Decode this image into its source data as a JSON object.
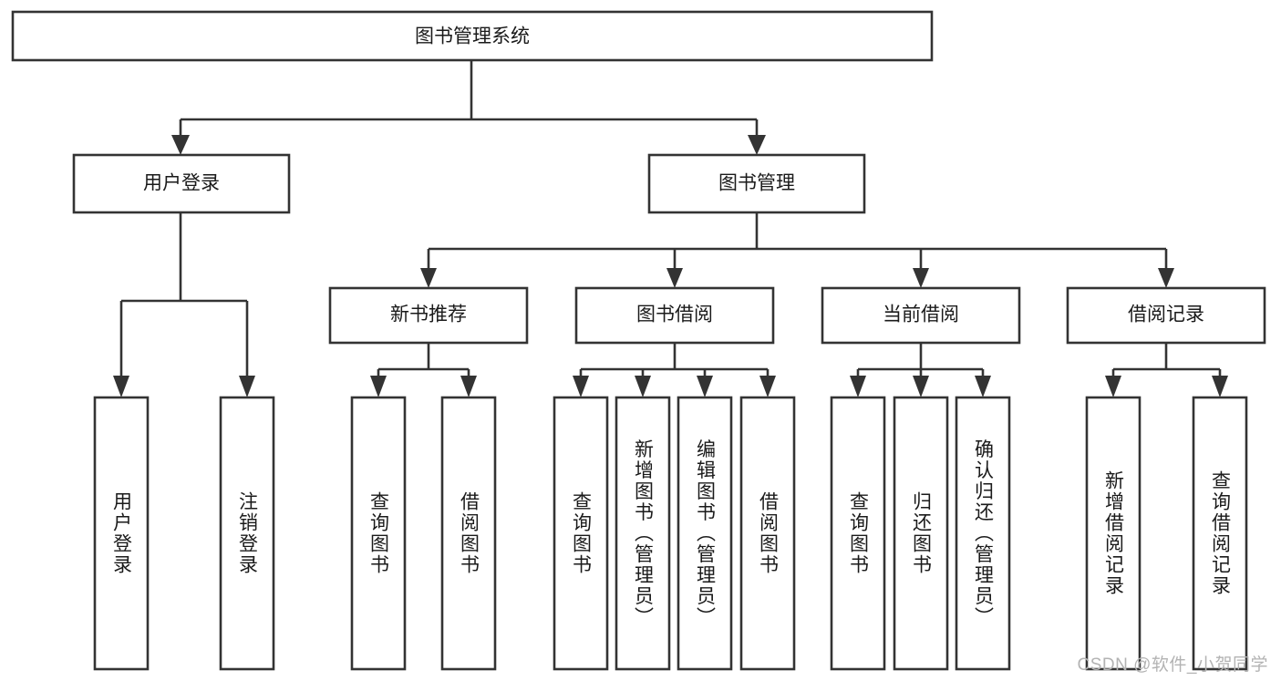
{
  "diagram": {
    "type": "tree-hierarchy-chart",
    "title": "图书管理系统",
    "watermark": "CSDN @软件_小贺同学",
    "colors": {
      "background": "#ffffff",
      "stroke": "#333333",
      "box_fill": "#ffffff",
      "text": "#1a1a1a",
      "watermark": "#b3b3b3"
    },
    "root": {
      "label": "图书管理系统",
      "orientation": "horizontal"
    },
    "level2": [
      {
        "label": "用户登录",
        "orientation": "horizontal"
      },
      {
        "label": "图书管理",
        "orientation": "horizontal"
      }
    ],
    "level3": [
      {
        "label": "新书推荐",
        "orientation": "horizontal",
        "parent": "图书管理"
      },
      {
        "label": "图书借阅",
        "orientation": "horizontal",
        "parent": "图书管理"
      },
      {
        "label": "当前借阅",
        "orientation": "horizontal",
        "parent": "图书管理"
      },
      {
        "label": "借阅记录",
        "orientation": "horizontal",
        "parent": "图书管理"
      }
    ],
    "leaves": {
      "用户登录": [
        {
          "label": "用户登录",
          "orientation": "vertical"
        },
        {
          "label": "注销登录",
          "orientation": "vertical"
        }
      ],
      "新书推荐": [
        {
          "label": "查询图书",
          "orientation": "vertical"
        },
        {
          "label": "借阅图书",
          "orientation": "vertical"
        }
      ],
      "图书借阅": [
        {
          "label": "查询图书",
          "orientation": "vertical"
        },
        {
          "label": "新增图书（管理员）",
          "orientation": "vertical"
        },
        {
          "label": "编辑图书（管理员）",
          "orientation": "vertical"
        },
        {
          "label": "借阅图书",
          "orientation": "vertical"
        }
      ],
      "当前借阅": [
        {
          "label": "查询图书",
          "orientation": "vertical"
        },
        {
          "label": "归还图书",
          "orientation": "vertical"
        },
        {
          "label": "确认归还（管理员）",
          "orientation": "vertical"
        }
      ],
      "借阅记录": [
        {
          "label": "新增借阅记录",
          "orientation": "vertical"
        },
        {
          "label": "查询借阅记录",
          "orientation": "vertical"
        }
      ]
    }
  }
}
